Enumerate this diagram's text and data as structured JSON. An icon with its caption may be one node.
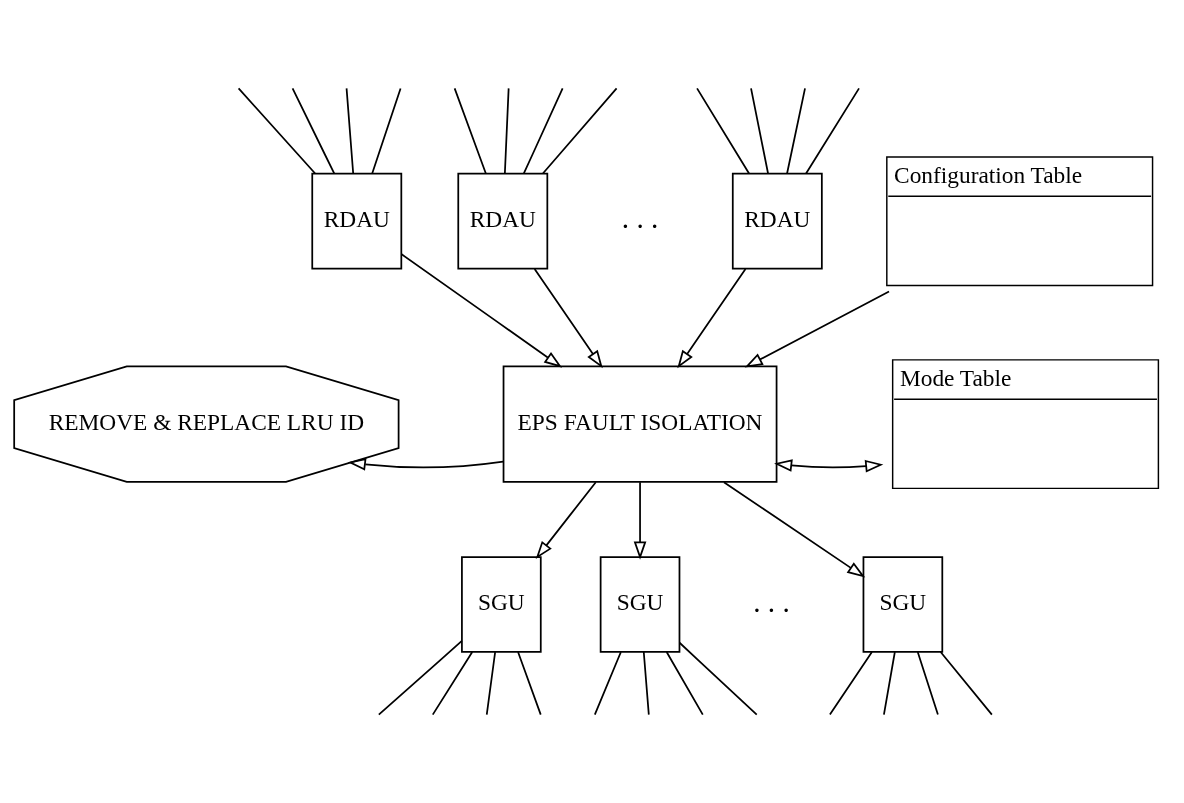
{
  "diagram": {
    "nodes": [
      {
        "text": [
          "RDAU"
        ]
      },
      {
        "text": [
          "RDAU"
        ]
      },
      {
        "text": [
          "RDAU"
        ]
      },
      {
        "text": [
          "Configuration Table"
        ]
      },
      {
        "text": [
          "REMOVE & REPLACE LRU ID"
        ]
      },
      {
        "text": [
          "EPS FAULT ISOLATION"
        ]
      },
      {
        "text": [
          "Mode Table"
        ]
      },
      {
        "text": [
          "SGU"
        ]
      },
      {
        "text": [
          "SGU"
        ]
      },
      {
        "text": [
          "SGU"
        ]
      }
    ],
    "edges": [
      {
        "from": null,
        "to": 0,
        "arrow": "none"
      },
      {
        "from": null,
        "to": 0,
        "arrow": "none"
      },
      {
        "from": null,
        "to": 0,
        "arrow": "none"
      },
      {
        "from": null,
        "to": 0,
        "arrow": "none"
      },
      {
        "from": null,
        "to": 1,
        "arrow": "none"
      },
      {
        "from": null,
        "to": 1,
        "arrow": "none"
      },
      {
        "from": null,
        "to": 1,
        "arrow": "none"
      },
      {
        "from": null,
        "to": 1,
        "arrow": "none"
      },
      {
        "from": null,
        "to": 2,
        "arrow": "none"
      },
      {
        "from": null,
        "to": 2,
        "arrow": "none"
      },
      {
        "from": null,
        "to": 2,
        "arrow": "none"
      },
      {
        "from": null,
        "to": 2,
        "arrow": "none"
      },
      {
        "from": 0,
        "to": 5,
        "arrow": "to"
      },
      {
        "from": 1,
        "to": 5,
        "arrow": "to"
      },
      {
        "from": 2,
        "to": 5,
        "arrow": "to"
      },
      {
        "from": 3,
        "to": 5,
        "arrow": "to"
      },
      {
        "from": 5,
        "to": 4,
        "arrow": "to"
      },
      {
        "from": 5,
        "to": 6,
        "arrow": "both"
      },
      {
        "from": 5,
        "to": 7,
        "arrow": "to"
      },
      {
        "from": 5,
        "to": 8,
        "arrow": "to"
      },
      {
        "from": 5,
        "to": 9,
        "arrow": "to"
      },
      {
        "from": 7,
        "to": null,
        "arrow": "none"
      },
      {
        "from": 7,
        "to": null,
        "arrow": "none"
      },
      {
        "from": 7,
        "to": null,
        "arrow": "none"
      },
      {
        "from": 7,
        "to": null,
        "arrow": "none"
      },
      {
        "from": 8,
        "to": null,
        "arrow": "none"
      },
      {
        "from": 8,
        "to": null,
        "arrow": "none"
      },
      {
        "from": 8,
        "to": null,
        "arrow": "none"
      },
      {
        "from": 8,
        "to": null,
        "arrow": "none"
      },
      {
        "from": 9,
        "to": null,
        "arrow": "none"
      },
      {
        "from": 9,
        "to": null,
        "arrow": "none"
      },
      {
        "from": 9,
        "to": null,
        "arrow": "none"
      },
      {
        "from": 9,
        "to": null,
        "arrow": "none"
      }
    ],
    "labels": [
      ". . .",
      ". . ."
    ]
  }
}
